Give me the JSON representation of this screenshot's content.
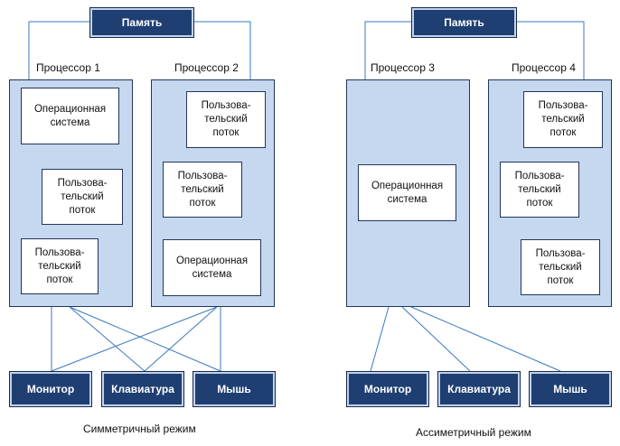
{
  "symmetric": {
    "memory": "Память",
    "processor_1": {
      "title": "Процессор 1",
      "os": "Операционная\nсистема",
      "thread_a": "Пользова-\nтельский\nпоток",
      "thread_b": "Пользова-\nтельский\nпоток"
    },
    "processor_2": {
      "title": "Процессор 2",
      "thread_a": "Пользова-\nтельский\nпоток",
      "thread_b": "Пользова-\nтельский\nпоток",
      "os": "Операционная\nсистема"
    },
    "devices": {
      "monitor": "Монитор",
      "keyboard": "Клавиатура",
      "mouse": "Мышь"
    },
    "caption": "Симметричный режим"
  },
  "asymmetric": {
    "memory": "Память",
    "processor_3": {
      "title": "Процессор 3",
      "os": "Операционная\nсистема"
    },
    "processor_4": {
      "title": "Процессор 4",
      "thread_a": "Пользова-\nтельский\nпоток",
      "thread_b": "Пользова-\nтельский\nпоток",
      "thread_c": "Пользова-\nтельский\nпоток"
    },
    "devices": {
      "monitor": "Монитор",
      "keyboard": "Клавиатура",
      "mouse": "Мышь"
    },
    "caption": "Ассиметричный режим"
  },
  "colors": {
    "dark_box": "#1f3f73",
    "processor_fill": "#c5d8f0",
    "wire": "#3a78c2"
  }
}
